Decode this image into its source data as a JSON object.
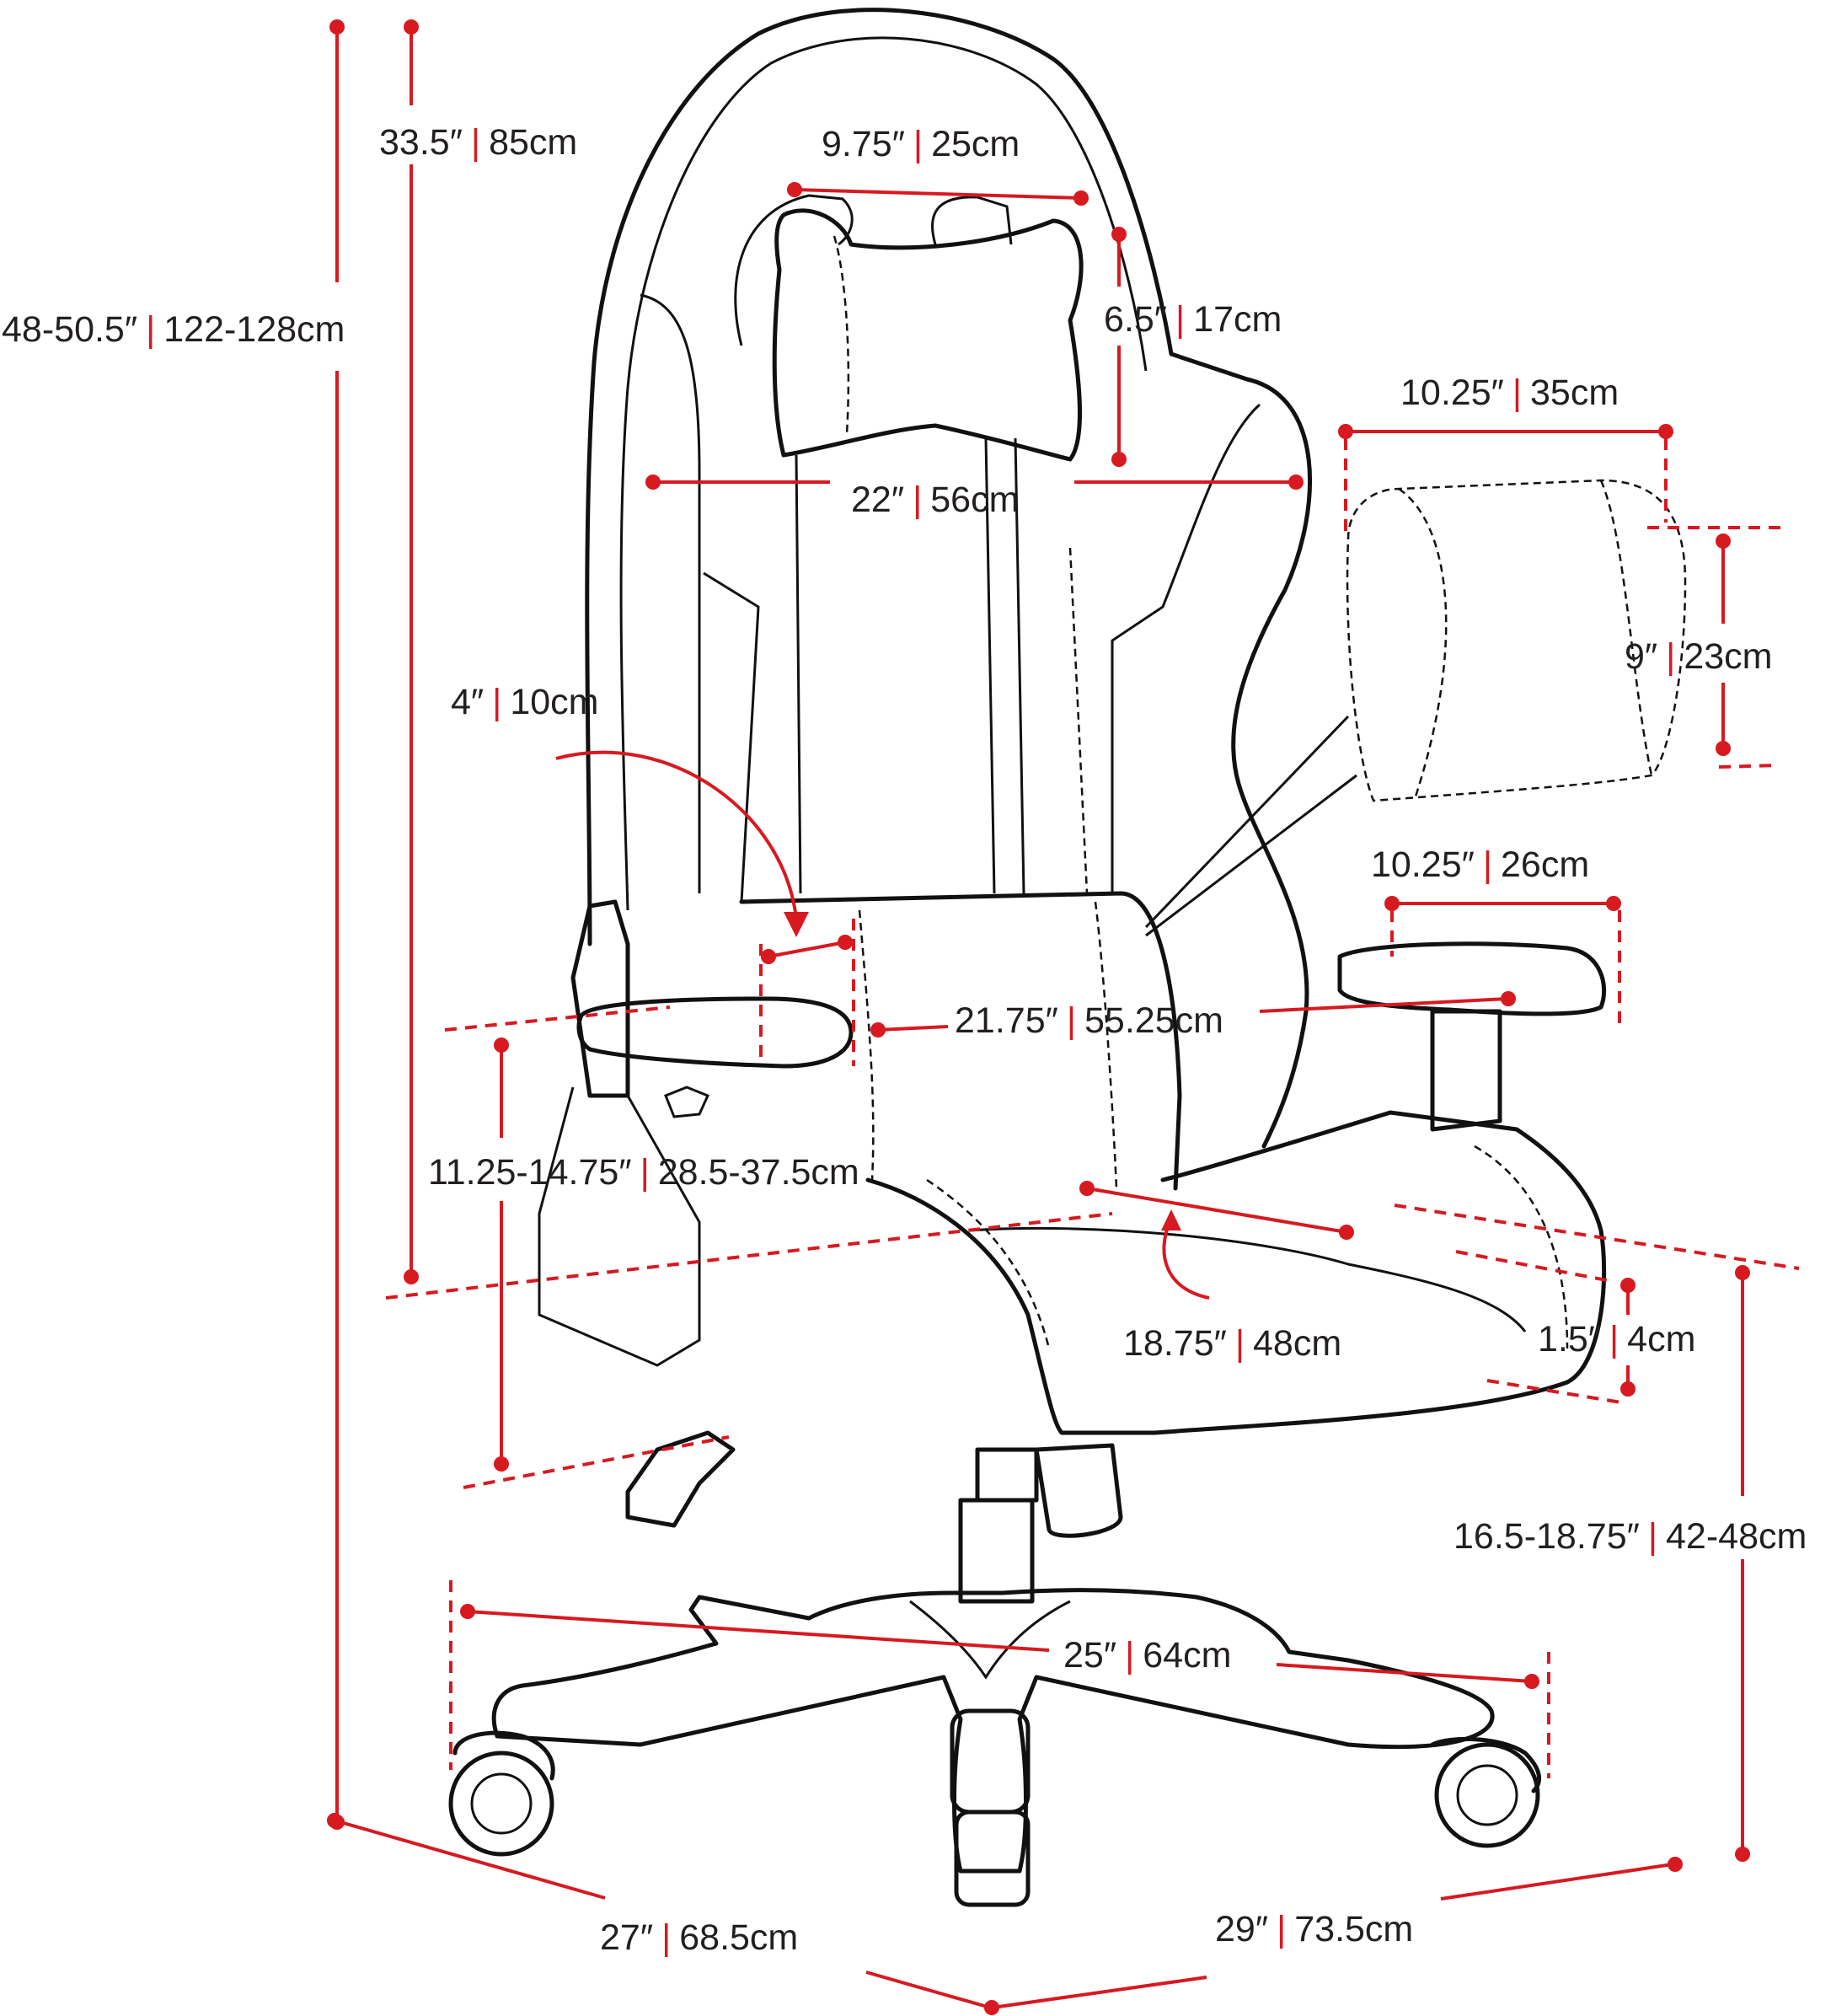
{
  "colors": {
    "dimension": "#d71920",
    "outline": "#111111",
    "text": "#231f20",
    "background": "#ffffff"
  },
  "separator": "|",
  "dimensions": {
    "overall_height": {
      "imperial": "48-50.5″",
      "metric": "122-128cm"
    },
    "back_height": {
      "imperial": "33.5″",
      "metric": "85cm"
    },
    "headrest_width": {
      "imperial": "9.75″",
      "metric": "25cm"
    },
    "headrest_height": {
      "imperial": "6.5″",
      "metric": "17cm"
    },
    "back_width": {
      "imperial": "22″",
      "metric": "56cm"
    },
    "lumbar_width": {
      "imperial": "10.25″",
      "metric": "35cm"
    },
    "lumbar_height": {
      "imperial": "9″",
      "metric": "23cm"
    },
    "armrest_width": {
      "imperial": "4″",
      "metric": "10cm"
    },
    "armrest_length": {
      "imperial": "10.25″",
      "metric": "26cm"
    },
    "inner_width": {
      "imperial": "21.75″",
      "metric": "55.25cm"
    },
    "armrest_height": {
      "imperial": "11.25-14.75″",
      "metric": "28.5-37.5cm"
    },
    "seat_depth": {
      "imperial": "18.75″",
      "metric": "48cm"
    },
    "seat_thickness": {
      "imperial": "1.5″",
      "metric": "4cm"
    },
    "seat_height": {
      "imperial": "16.5-18.75″",
      "metric": "42-48cm"
    },
    "base_diameter": {
      "imperial": "25″",
      "metric": "64cm"
    },
    "overall_width": {
      "imperial": "27″",
      "metric": "68.5cm"
    },
    "overall_depth": {
      "imperial": "29″",
      "metric": "73.5cm"
    }
  }
}
